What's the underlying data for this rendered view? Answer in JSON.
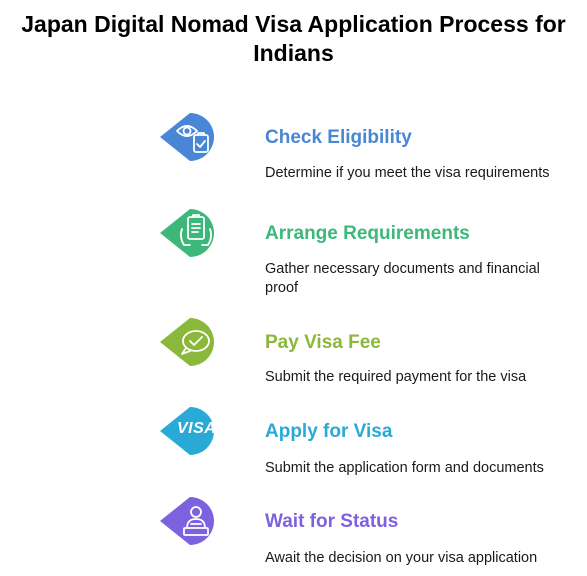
{
  "title_line1": "Japan Digital Nomad Visa Application Process for",
  "title_line2": "Indians",
  "steps": [
    {
      "title": "Check Eligibility",
      "description": "Determine if you meet the visa requirements",
      "color": "#4a86d6",
      "icon": "eye-clipboard-icon"
    },
    {
      "title": "Arrange Requirements",
      "description": "Gather necessary documents and financial proof",
      "color": "#3db87a",
      "icon": "document-in-hands-icon"
    },
    {
      "title": "Pay Visa Fee",
      "description": "Submit the required payment for the visa",
      "color": "#8ab83a",
      "icon": "chat-check-icon"
    },
    {
      "title": "Apply for Visa",
      "description": "Submit the application form and documents",
      "color": "#29aad6",
      "icon": "visa-card-icon",
      "icon_text": "VISA"
    },
    {
      "title": "Wait for Status",
      "description": "Await the decision on your visa application",
      "color": "#7d62e0",
      "icon": "person-at-desk-icon"
    }
  ]
}
